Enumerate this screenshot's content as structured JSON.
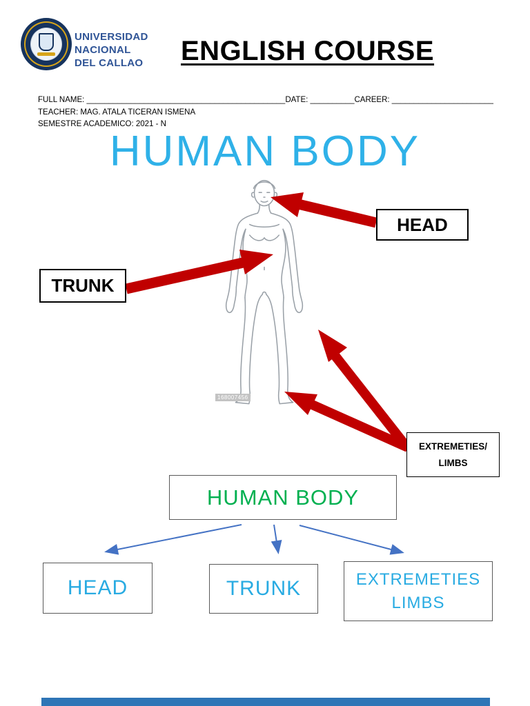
{
  "header": {
    "university_lines": [
      "UNIVERSIDAD",
      "NACIONAL",
      "DEL CALLAO"
    ],
    "course_title": "ENGLISH COURSE"
  },
  "form": {
    "line1": "FULL NAME: _____________________________________________DATE: __________CAREER: _______________________",
    "teacher": "TEACHER: MAG. ATALA TICERAN ISMENA",
    "semester": "SEMESTRE ACADEMICO: 2021 - N"
  },
  "main_title": "HUMAN BODY",
  "figure": {
    "stock_id": "168007456"
  },
  "callouts": {
    "head": "HEAD",
    "trunk": "TRUNK",
    "extremities_line1": "EXTREMETIES/",
    "extremities_line2": "LIMBS"
  },
  "tree": {
    "root_label": "HUMAN BODY",
    "head_label": "HEAD",
    "trunk_label": "TRUNK",
    "extremities_line1": "EXTREMETIES",
    "extremities_line2": "LIMBS"
  },
  "colors": {
    "main_title_cyan": "#2FB1E8",
    "tree_label_cyan": "#29ABE2",
    "root_label_green": "#00B050",
    "arrow_red": "#C00000",
    "connector_blue": "#4472C4",
    "university_blue": "#2F5496",
    "footer_bar_blue": "#2E75B6"
  }
}
